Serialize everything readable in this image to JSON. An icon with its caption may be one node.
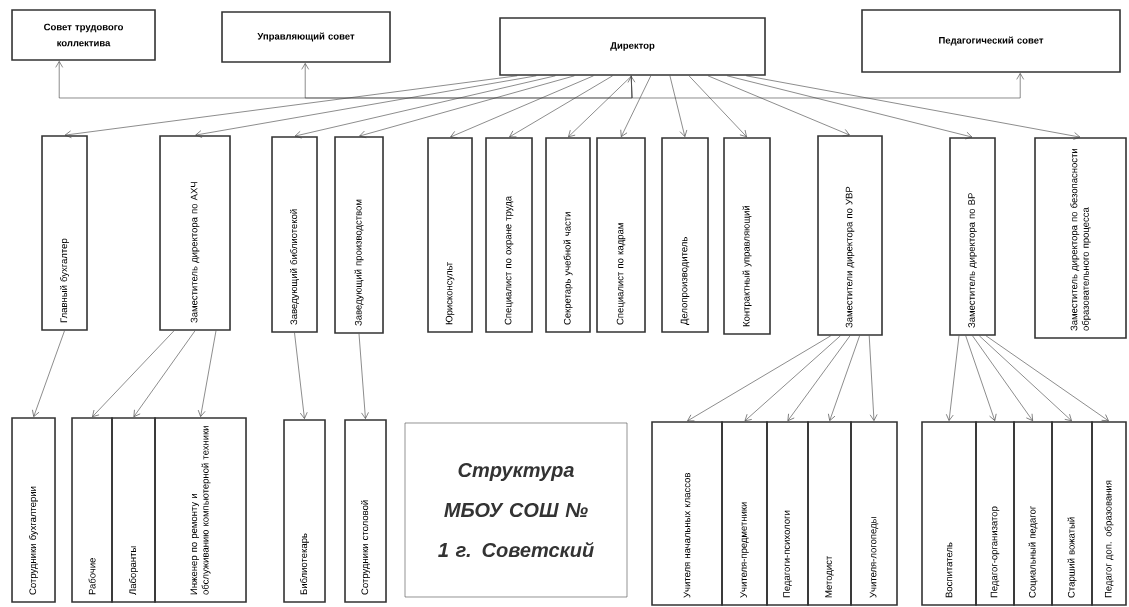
{
  "diagram": {
    "title": "Структура МБОУ СОШ № 1 г. Советский",
    "nodes": [
      {
        "text": [
          "Совет трудового коллектива"
        ]
      },
      {
        "text": [
          "Управляющий совет"
        ]
      },
      {
        "text": [
          "Директор"
        ]
      },
      {
        "text": [
          "Педагогический совет"
        ]
      },
      {
        "text": [
          "Главный бухгалтер"
        ]
      },
      {
        "text": [
          "Заместитель директора по АХЧ"
        ]
      },
      {
        "text": [
          "Заведующий библиотекой"
        ]
      },
      {
        "text": [
          "Заведующий производством"
        ]
      },
      {
        "text": [
          "Юрисконсульт"
        ]
      },
      {
        "text": [
          "Специалист по охране труда"
        ]
      },
      {
        "text": [
          "Секретарь учебной части"
        ]
      },
      {
        "text": [
          "Специалист по кадрам"
        ]
      },
      {
        "text": [
          "Делопроизводитель"
        ]
      },
      {
        "text": [
          "Контрактный управляющий"
        ]
      },
      {
        "text": [
          "Заместители директора по УВР"
        ]
      },
      {
        "text": [
          "Заместитель директора по ВР"
        ]
      },
      {
        "text": [
          "Заместитель директора по безопасности образовательного процесса"
        ]
      },
      {
        "text": [
          "Сотрудники бухгалтерии"
        ]
      },
      {
        "text": [
          "Рабочие"
        ]
      },
      {
        "text": [
          "Лаборанты"
        ]
      },
      {
        "text": [
          "Инженер по ремонту и обслуживанию компьютерной техники"
        ]
      },
      {
        "text": [
          "Библиотекарь"
        ]
      },
      {
        "text": [
          "Сотрудники столовой"
        ]
      },
      {
        "text": [
          "Учителя начальных классов"
        ]
      },
      {
        "text": [
          "Учителя-предметники"
        ]
      },
      {
        "text": [
          "Педагоги-психологи"
        ]
      },
      {
        "text": [
          "Методист"
        ]
      },
      {
        "text": [
          "Учителя-логопеды"
        ]
      },
      {
        "text": [
          "Воспитатель"
        ]
      },
      {
        "text": [
          "Педагог-организатор"
        ]
      },
      {
        "text": [
          "Социальный педагог"
        ]
      },
      {
        "text": [
          "Старший вожатый"
        ]
      },
      {
        "text": [
          "Педагог доп. образования"
        ]
      }
    ],
    "edges": [
      {
        "from": 2,
        "to": 0,
        "arrow": "both"
      },
      {
        "from": 2,
        "to": 1,
        "arrow": "to"
      },
      {
        "from": 2,
        "to": 3,
        "arrow": "to"
      },
      {
        "from": 2,
        "to": 4,
        "arrow": "to"
      },
      {
        "from": 2,
        "to": 5,
        "arrow": "to"
      },
      {
        "from": 2,
        "to": 6,
        "arrow": "to"
      },
      {
        "from": 2,
        "to": 7,
        "arrow": "to"
      },
      {
        "from": 2,
        "to": 8,
        "arrow": "to"
      },
      {
        "from": 2,
        "to": 9,
        "arrow": "to"
      },
      {
        "from": 2,
        "to": 10,
        "arrow": "to"
      },
      {
        "from": 2,
        "to": 11,
        "arrow": "to"
      },
      {
        "from": 2,
        "to": 12,
        "arrow": "to"
      },
      {
        "from": 2,
        "to": 13,
        "arrow": "to"
      },
      {
        "from": 2,
        "to": 14,
        "arrow": "to"
      },
      {
        "from": 2,
        "to": 15,
        "arrow": "to"
      },
      {
        "from": 2,
        "to": 16,
        "arrow": "to"
      },
      {
        "from": 4,
        "to": 17,
        "arrow": "to"
      },
      {
        "from": 5,
        "to": 18,
        "arrow": "to"
      },
      {
        "from": 5,
        "to": 19,
        "arrow": "to"
      },
      {
        "from": 5,
        "to": 20,
        "arrow": "to"
      },
      {
        "from": 6,
        "to": 21,
        "arrow": "to"
      },
      {
        "from": 7,
        "to": 22,
        "arrow": "to"
      },
      {
        "from": 14,
        "to": 23,
        "arrow": "to"
      },
      {
        "from": 14,
        "to": 24,
        "arrow": "to"
      },
      {
        "from": 14,
        "to": 25,
        "arrow": "to"
      },
      {
        "from": 14,
        "to": 26,
        "arrow": "to"
      },
      {
        "from": 14,
        "to": 27,
        "arrow": "to"
      },
      {
        "from": 15,
        "to": 28,
        "arrow": "to"
      },
      {
        "from": 15,
        "to": 29,
        "arrow": "to"
      },
      {
        "from": 15,
        "to": 30,
        "arrow": "to"
      },
      {
        "from": 15,
        "to": 31,
        "arrow": "to"
      },
      {
        "from": 15,
        "to": 32,
        "arrow": "to"
      }
    ]
  }
}
